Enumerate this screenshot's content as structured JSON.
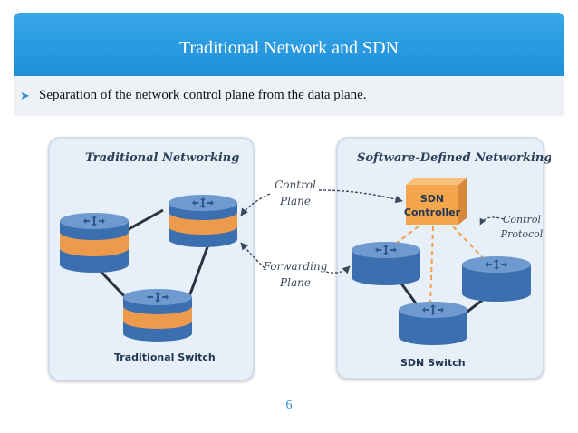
{
  "slide": {
    "title": "Traditional Network and SDN",
    "bullet": "Separation of the network control plane from the data plane.",
    "page_number": "6"
  },
  "diagram": {
    "left_panel_title": "Traditional Networking",
    "right_panel_title": "Software-Defined Networking",
    "control_plane_label": [
      "Control",
      "Plane"
    ],
    "forwarding_plane_label": [
      "Forwarding",
      "Plane"
    ],
    "controller_label": [
      "SDN",
      "Controller"
    ],
    "control_protocol_label": [
      "Control",
      "Protocol"
    ],
    "traditional_switch_label": "Traditional Switch",
    "sdn_switch_label": "SDN Switch"
  },
  "colors": {
    "title_bar": "#2a9be0",
    "panel_bg": "#e7eff8",
    "router_blue": "#3b6fb0",
    "router_orange": "#ee9a4c",
    "controller_orange": "#f4a64d"
  },
  "icons": [
    "router-icon",
    "controller-box-icon"
  ]
}
